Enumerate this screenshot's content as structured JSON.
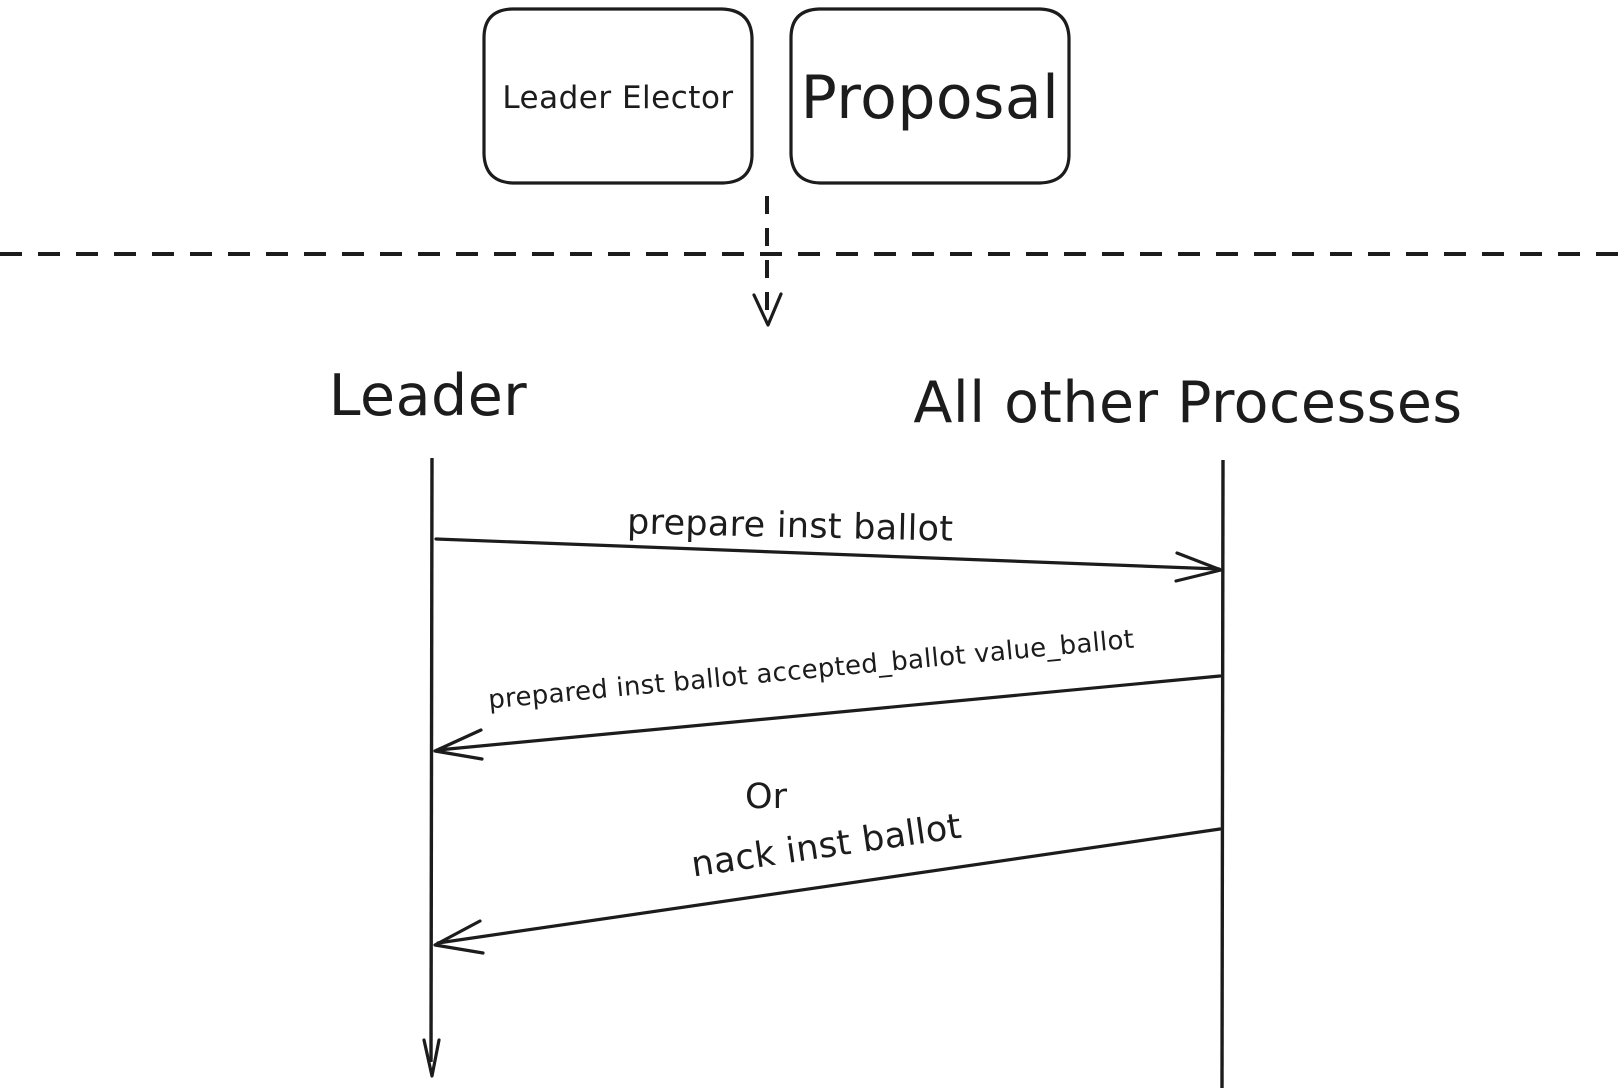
{
  "diagram": {
    "title_blocks": [
      {
        "id": "leader-elector",
        "label": "Leader Elector"
      },
      {
        "id": "proposal",
        "label": "Proposal"
      }
    ],
    "separator": {
      "style": "dashed-horizontal"
    },
    "flow_arrow": {
      "style": "dashed-vertical-down"
    },
    "actors": [
      {
        "id": "leader",
        "label": "Leader"
      },
      {
        "id": "all-other-processes",
        "label": "All other Processes"
      }
    ],
    "messages": [
      {
        "id": "prepare",
        "label": "prepare inst ballot",
        "direction": "leader-to-processes"
      },
      {
        "id": "prepared",
        "label": "prepared inst ballot accepted_ballot value_ballot",
        "direction": "processes-to-leader"
      },
      {
        "id": "or",
        "label": "Or",
        "direction": "none"
      },
      {
        "id": "nack",
        "label": "nack inst ballot",
        "direction": "processes-to-leader"
      }
    ],
    "colors": {
      "ink": "#1c1c1c",
      "background": "#ffffff"
    }
  }
}
